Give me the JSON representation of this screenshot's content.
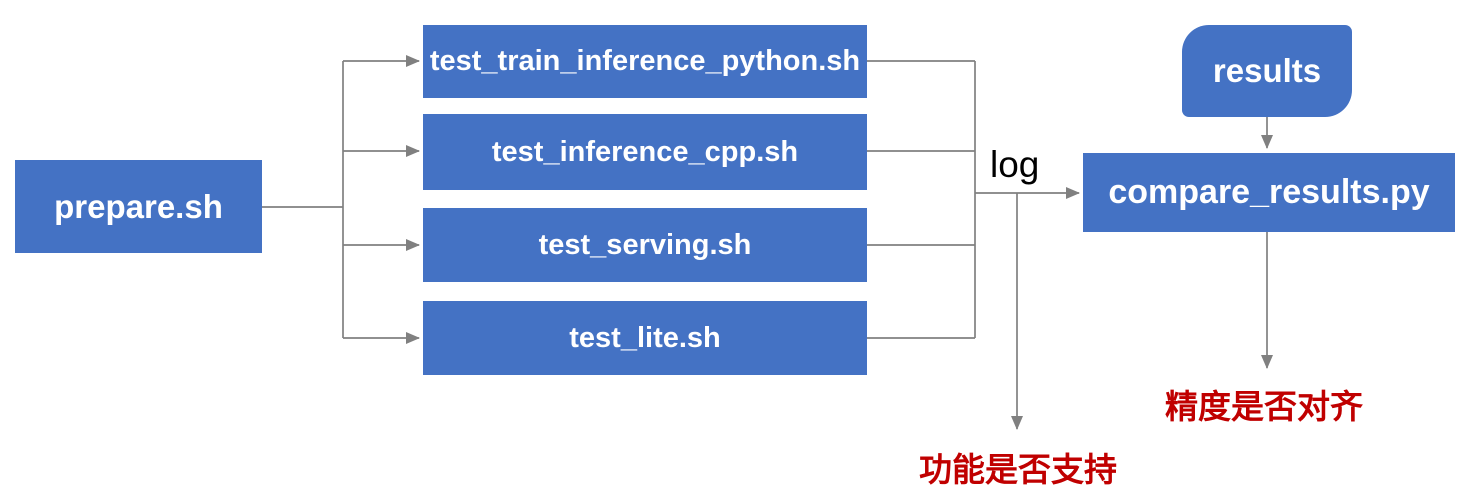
{
  "diagram": {
    "nodes": {
      "prepare": {
        "label": "prepare.sh"
      },
      "test_train_inference_python": {
        "label": "test_train_inference_python.sh"
      },
      "test_inference_cpp": {
        "label": "test_inference_cpp.sh"
      },
      "test_serving": {
        "label": "test_serving.sh"
      },
      "test_lite": {
        "label": "test_lite.sh"
      },
      "results": {
        "label": "results"
      },
      "compare_results": {
        "label": "compare_results.py"
      }
    },
    "edge_labels": {
      "log": "log"
    },
    "annotations": {
      "function_supported": "功能是否支持",
      "precision_aligned": "精度是否对齐"
    },
    "edges": [
      {
        "from": "prepare.sh",
        "to": "test_train_inference_python.sh"
      },
      {
        "from": "prepare.sh",
        "to": "test_inference_cpp.sh"
      },
      {
        "from": "prepare.sh",
        "to": "test_serving.sh"
      },
      {
        "from": "prepare.sh",
        "to": "test_lite.sh"
      },
      {
        "from": "test_train_inference_python.sh",
        "to": "compare_results.py",
        "label": "log"
      },
      {
        "from": "test_inference_cpp.sh",
        "to": "compare_results.py",
        "label": "log"
      },
      {
        "from": "test_serving.sh",
        "to": "compare_results.py",
        "label": "log"
      },
      {
        "from": "test_lite.sh",
        "to": "compare_results.py",
        "label": "log"
      },
      {
        "from": "log",
        "to": "功能是否支持"
      },
      {
        "from": "results",
        "to": "compare_results.py"
      },
      {
        "from": "compare_results.py",
        "to": "精度是否对齐"
      }
    ],
    "colors": {
      "node_fill": "#4472C4",
      "node_text": "#FFFFFF",
      "connector": "#808080",
      "annotation_text": "#C00000",
      "edge_label_text": "#000000",
      "background": "#FFFFFF"
    }
  }
}
